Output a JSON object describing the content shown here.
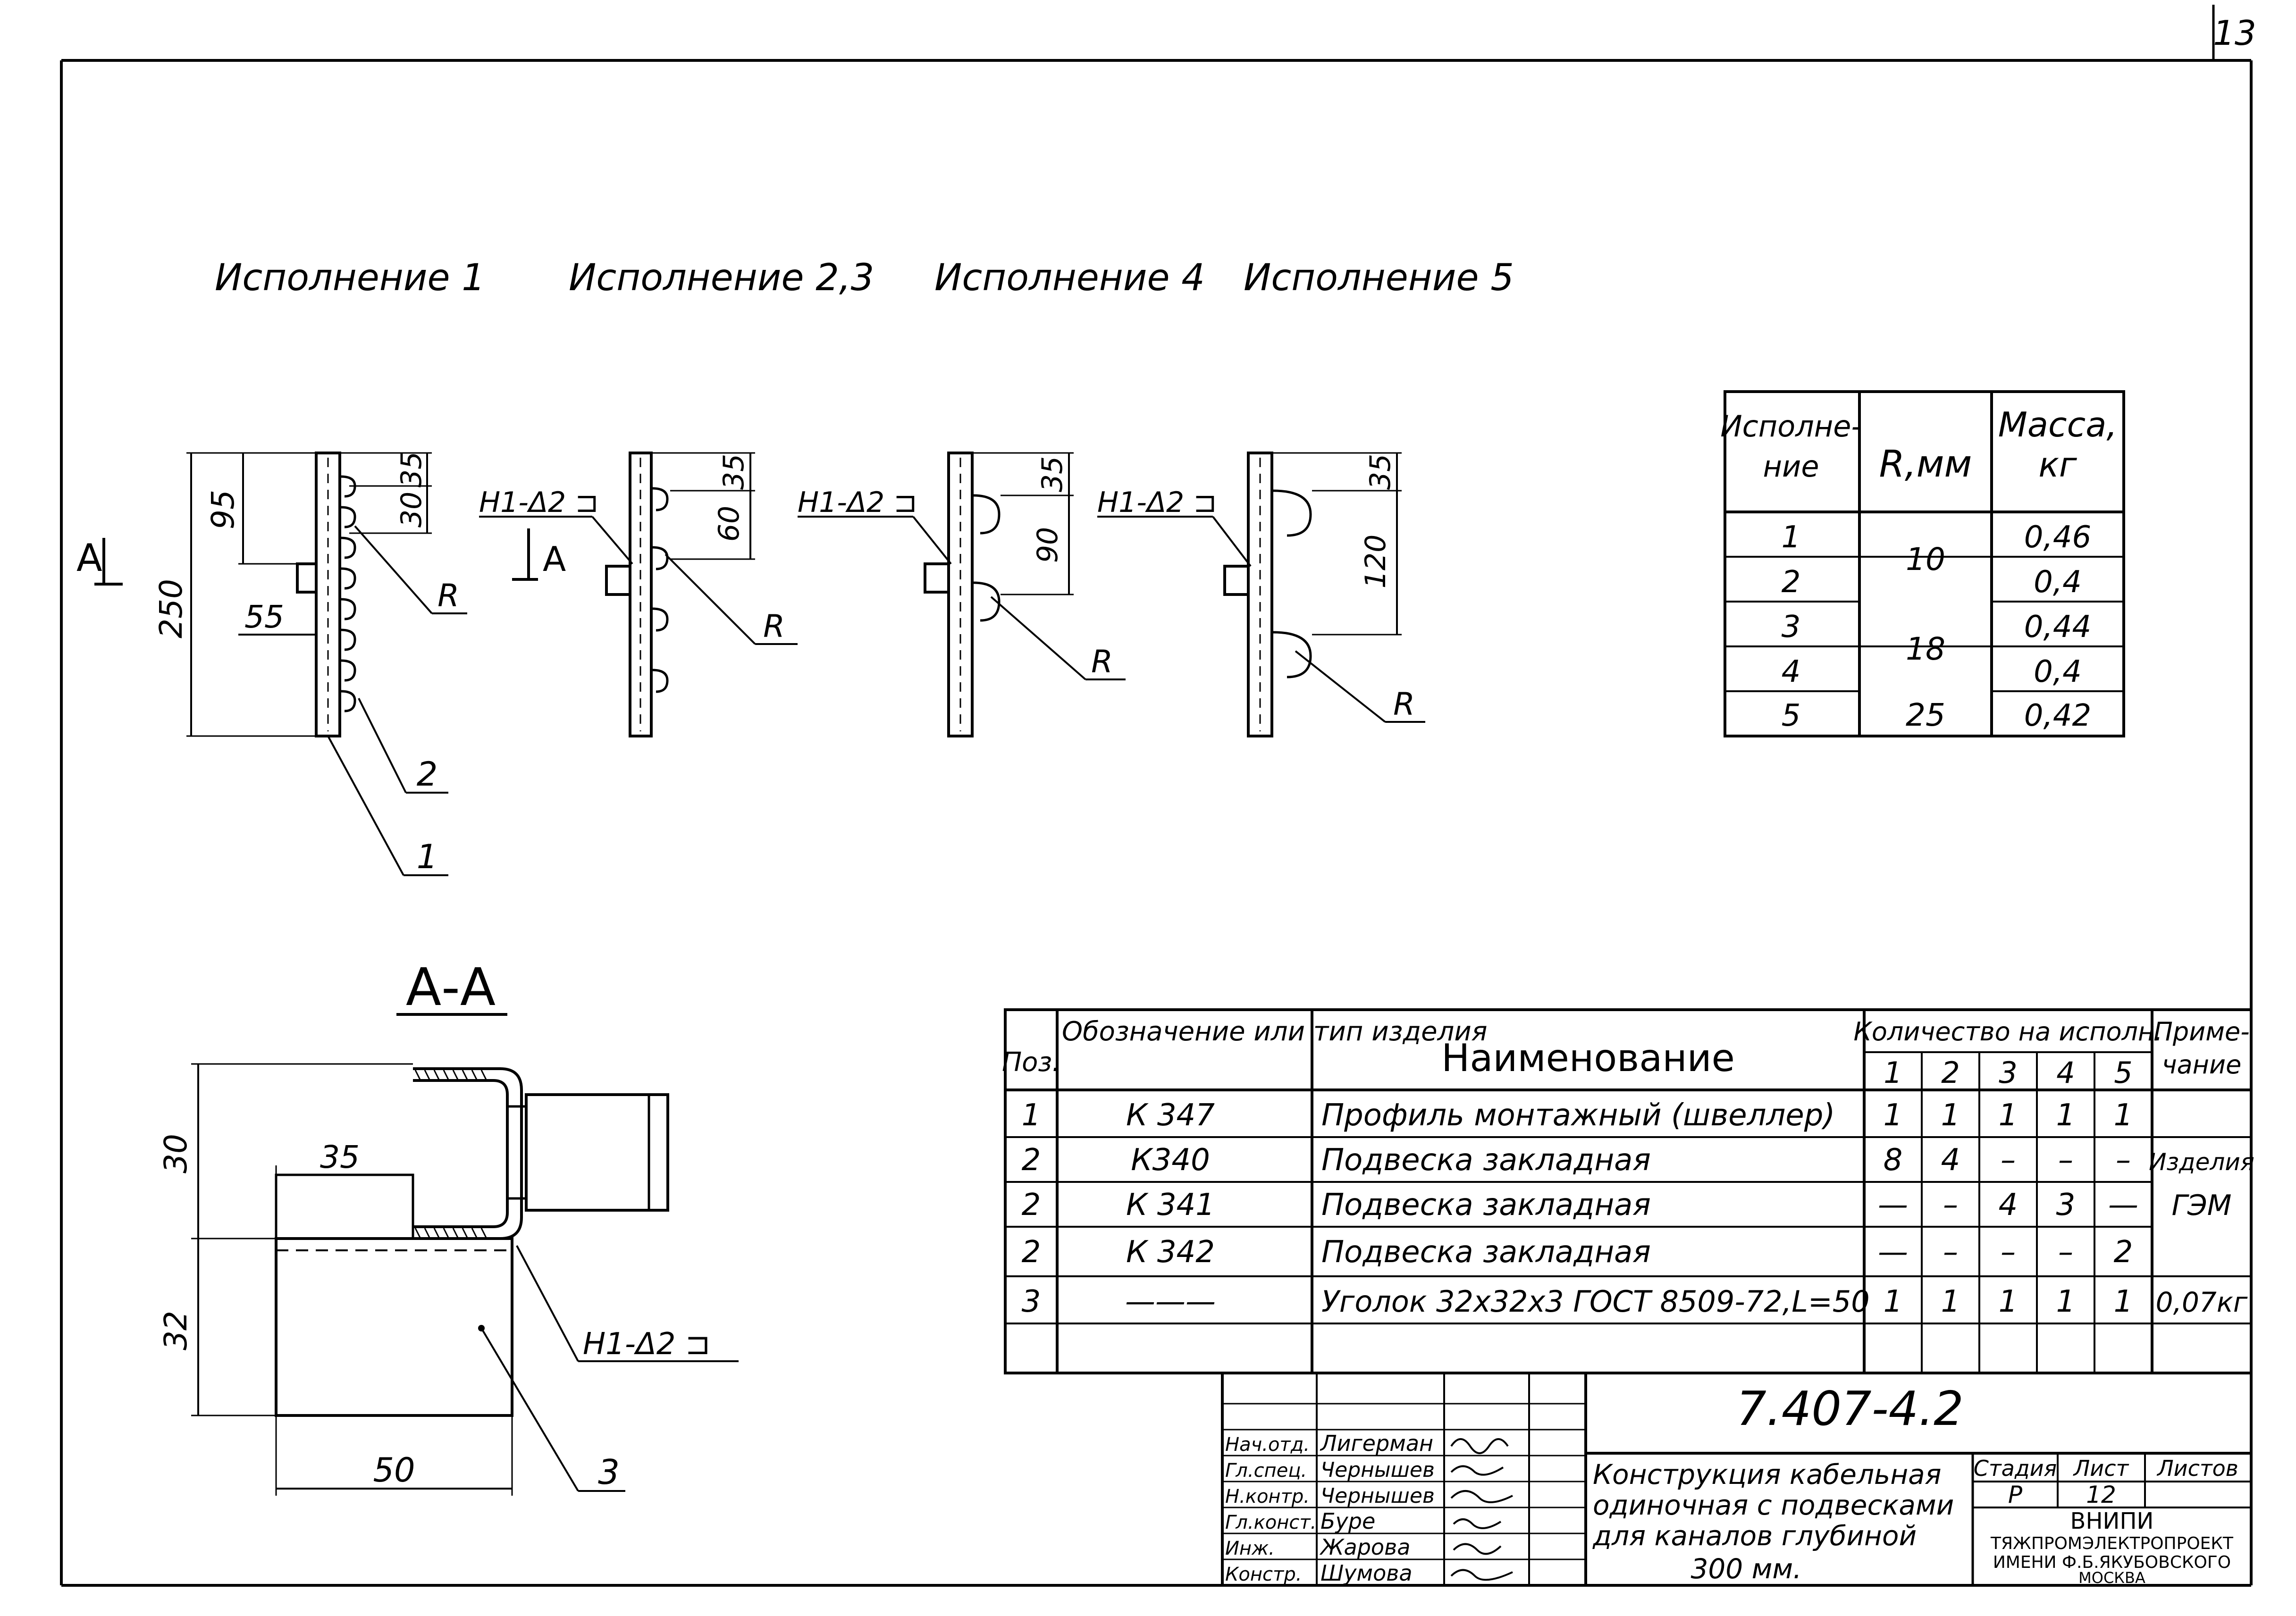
{
  "sheet_number": "13",
  "views": {
    "v1": {
      "title": "Исполнение 1",
      "dims": [
        "250",
        "95",
        "30",
        "35",
        "55"
      ],
      "labels": [
        "R",
        "2",
        "1"
      ],
      "section_mark": "А"
    },
    "v2": {
      "title": "Исполнение 2,3",
      "dims": [
        "60",
        "35"
      ],
      "weld": "Н1-Δ2 ⊐",
      "labels": [
        "R"
      ],
      "section_mark": "А"
    },
    "v4": {
      "title": "Исполнение 4",
      "dims": [
        "90",
        "35"
      ],
      "weld": "Н1-Δ2 ⊐",
      "labels": [
        "R"
      ]
    },
    "v5": {
      "title": "Исполнение 5",
      "dims": [
        "120",
        "35"
      ],
      "weld": "Н1-Δ2 ⊐",
      "labels": [
        "R"
      ]
    }
  },
  "section": {
    "title": "А-А",
    "dims": [
      "30",
      "35",
      "32",
      "50"
    ],
    "weld": "Н1-Δ2 ⊐",
    "label": "3"
  },
  "variant_table": {
    "headers": [
      "Исполне-\nние",
      "R,мм",
      "Масса,\nкг"
    ],
    "rows": [
      {
        "variant": "1",
        "r": "10",
        "mass": "0,46"
      },
      {
        "variant": "2",
        "r": "",
        "mass": "0,4"
      },
      {
        "variant": "3",
        "r": "18",
        "mass": "0,44"
      },
      {
        "variant": "4",
        "r": "",
        "mass": "0,4"
      },
      {
        "variant": "5",
        "r": "25",
        "mass": "0,42"
      }
    ]
  },
  "spec_table": {
    "h_pos": "Поз.",
    "h_designation": "Обозначение или тип изделия",
    "h_name": "Наименование",
    "h_qty": "Количество на исполн.",
    "h_qty_cols": [
      "1",
      "2",
      "3",
      "4",
      "5"
    ],
    "h_note": "Приме-\nчание",
    "rows": [
      {
        "pos": "1",
        "designation": "К 347",
        "name": "Профиль монтажный (швеллер)",
        "qty": [
          "1",
          "1",
          "1",
          "1",
          "1"
        ],
        "note": ""
      },
      {
        "pos": "2",
        "designation": "К340",
        "name": "Подвеска закладная",
        "qty": [
          "8",
          "4",
          "–",
          "–",
          "–"
        ],
        "note": "Изделия"
      },
      {
        "pos": "2",
        "designation": "К 341",
        "name": "Подвеска закладная",
        "qty": [
          "—",
          "–",
          "4",
          "3",
          "—"
        ],
        "note": "ГЭМ"
      },
      {
        "pos": "2",
        "designation": "К 342",
        "name": "Подвеска закладная",
        "qty": [
          "—",
          "–",
          "–",
          "–",
          "2"
        ],
        "note": ""
      },
      {
        "pos": "3",
        "designation": "———",
        "name": "Уголок 32х32х3 ГОСТ 8509-72,L=50",
        "qty": [
          "1",
          "1",
          "1",
          "1",
          "1"
        ],
        "note": "0,07кг"
      }
    ]
  },
  "title_block": {
    "doc_code": "7.407-4.2",
    "signatures": [
      {
        "role": "Нач.отд.",
        "name": "Лигерман"
      },
      {
        "role": "Гл.спец.",
        "name": "Чернышев"
      },
      {
        "role": "Н.контр.",
        "name": "Чернышев"
      },
      {
        "role": "Гл.конст.",
        "name": "Буре"
      },
      {
        "role": "Инж.",
        "name": "Жарова"
      },
      {
        "role": "Констр.",
        "name": "Шумова"
      }
    ],
    "doc_title": [
      "Конструкция кабельная",
      "одиночная с подвесками",
      "для каналов глубиной",
      "300 мм."
    ],
    "stage_label": "Стадия",
    "sheet_label": "Лист",
    "sheets_label": "Листов",
    "stage": "Р",
    "sheet": "12",
    "org": [
      "ВНИПИ",
      "ТЯЖПРОМЭЛЕКТРОПРОЕКТ",
      "ИМЕНИ Ф.Б.ЯКУБОВСКОГО",
      "МОСКВА"
    ]
  }
}
